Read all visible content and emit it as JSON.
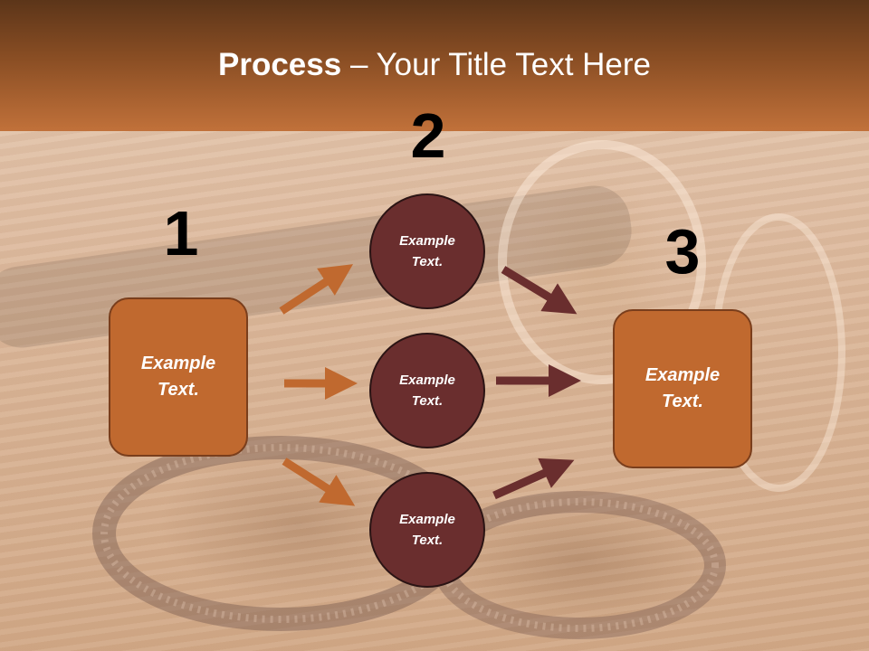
{
  "header": {
    "title_bold": "Process",
    "title_rest": " – Your Title Text Here"
  },
  "steps": {
    "one": "1",
    "two": "2",
    "three": "3"
  },
  "boxes": {
    "left": "Example Text.",
    "right": "Example Text."
  },
  "circles": {
    "top": "Example Text.",
    "middle": "Example Text.",
    "bottom": "Example Text."
  },
  "colors": {
    "header_dark": "#5c3519",
    "header_light": "#c1713a",
    "box_fill": "#c0692f",
    "circle_fill": "#6a2e2e",
    "arrow_left": "#c0692f",
    "arrow_right": "#6a2e2e"
  }
}
